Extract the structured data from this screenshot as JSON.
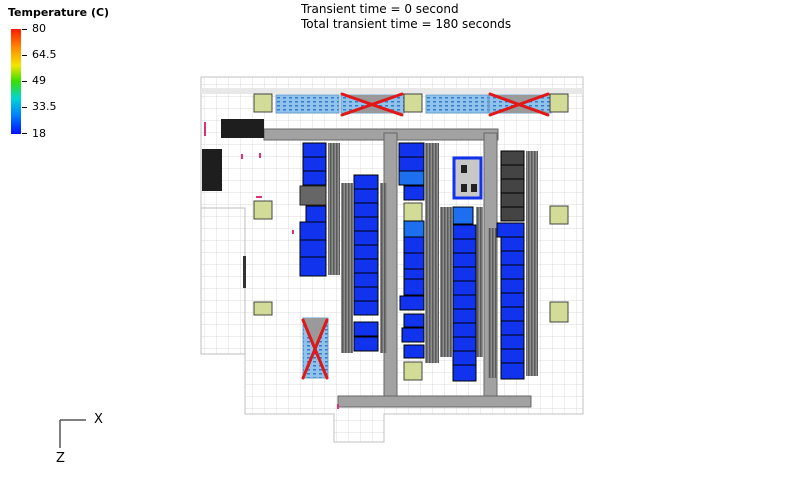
{
  "legend": {
    "title": "Temperature (C)",
    "ticks": [
      "80",
      "64.5",
      "49",
      "33.5",
      "18"
    ]
  },
  "header": {
    "transient_time": "Transient time = 0 second",
    "total_time": "Total transient time = 180 seconds"
  },
  "axes": {
    "x": "X",
    "z": "Z"
  },
  "colors": {
    "rack_blue": "#1133ee",
    "rack_mid_blue": "#1e6ef0",
    "aisle_gray": "#a2a2a2",
    "crac_unit": "#d2dc96",
    "disabled_mark": "#e01818",
    "grid": "#c8c8c8"
  }
}
